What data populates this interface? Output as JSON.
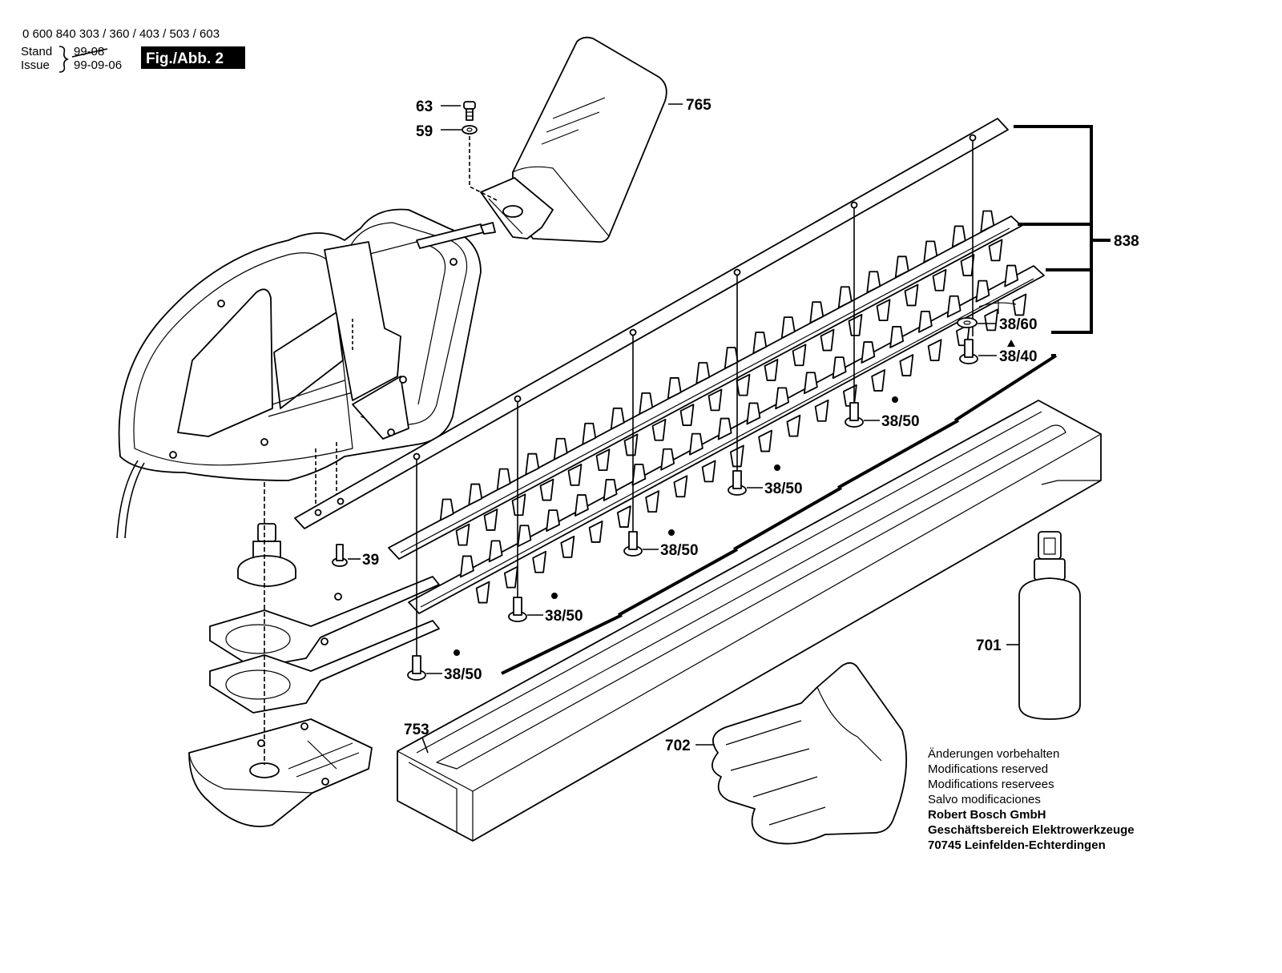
{
  "header": {
    "part_numbers": "0 600 840 303 / 360 / 403 / 503 / 603",
    "stand_label": "Stand",
    "issue_label": "Issue",
    "old_date": "99-08",
    "date": "99-09-06",
    "figure_label": "Fig./Abb. 2"
  },
  "callouts": {
    "c63": "63",
    "c59": "59",
    "c765": "765",
    "c838": "838",
    "c38_60": "38/60",
    "c38_40": "38/40",
    "c38_50_a": "38/50",
    "c38_50_b": "38/50",
    "c38_50_c": "38/50",
    "c38_50_d": "38/50",
    "c38_50_e": "38/50",
    "c39": "39",
    "c701": "701",
    "c702": "702",
    "c753": "753"
  },
  "footer": {
    "note_de": "Änderungen vorbehalten",
    "note_en": "Modifications reserved",
    "note_fr": "Modifications reservees",
    "note_es": "Salvo modificaciones",
    "company": "Robert Bosch GmbH",
    "division": "Geschäftsbereich Elektrowerkzeuge",
    "address": "70745 Leinfelden-Echterdingen"
  }
}
